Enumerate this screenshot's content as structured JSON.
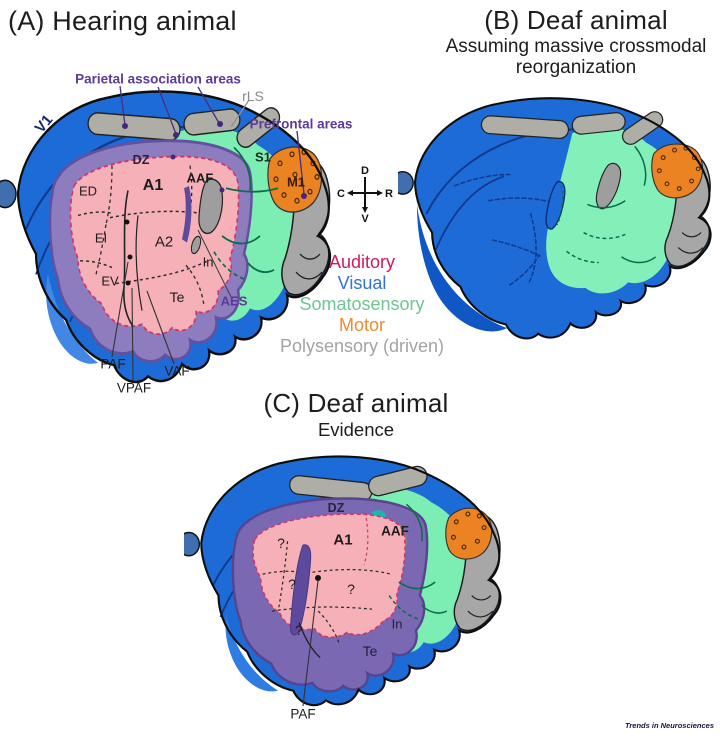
{
  "credit": "Trends in Neurosciences",
  "compass": {
    "top": "D",
    "left": "C",
    "right": "R",
    "bottom": "V"
  },
  "legend": [
    {
      "label": "Auditory",
      "color": "#d4175e"
    },
    {
      "label": "Visual",
      "color": "#3273d8"
    },
    {
      "label": "Somatosensory",
      "color": "#6fc492"
    },
    {
      "label": "Motor",
      "color": "#f08930"
    },
    {
      "label": "Polysensory (driven)",
      "color": "#a3a3a3"
    }
  ],
  "colors": {
    "visual_blue": "#1d6bd6",
    "visual_blue_dark": "#0e57c4",
    "auditory_pink": "#f6b1b8",
    "auditory_boundary": "#d1336b",
    "polysensory_purple": "#8d7cbe",
    "polysensory_purple_dark": "#5d4a9c",
    "somatosensory_green": "#7deeb3",
    "motor_orange": "#ec8322",
    "polysensory_gray": "#a7a7a7",
    "deprived_tan": "#b5a68a",
    "callout_purple": "#5b3a9a"
  },
  "panel_a": {
    "title": "(A) Hearing animal",
    "areas": {
      "v1": "V1",
      "dz": "DZ",
      "ed": "ED",
      "a1": "A1",
      "aaf": "AAF",
      "s1": "S1",
      "m1": "M1",
      "ei": "EI",
      "a2": "A2",
      "in": "In",
      "ev": "EV",
      "te": "Te"
    },
    "callouts": {
      "parietal": "Parietal association areas",
      "rls": "rLS",
      "prefrontal": "Prefrontal areas",
      "aes": "AES",
      "paf": "PAF",
      "vpaf": "VPAF",
      "vaf": "VAF"
    }
  },
  "panel_b": {
    "title": "(B) Deaf animal",
    "subtitle": "Assuming massive crossmodal reorganization"
  },
  "panel_c": {
    "title": "(C) Deaf animal",
    "subtitle": "Evidence",
    "areas": {
      "dz": "DZ",
      "a1": "A1",
      "aaf": "AAF",
      "in": "In",
      "te": "Te",
      "unknown": "?"
    },
    "callouts": {
      "paf": "PAF"
    }
  }
}
